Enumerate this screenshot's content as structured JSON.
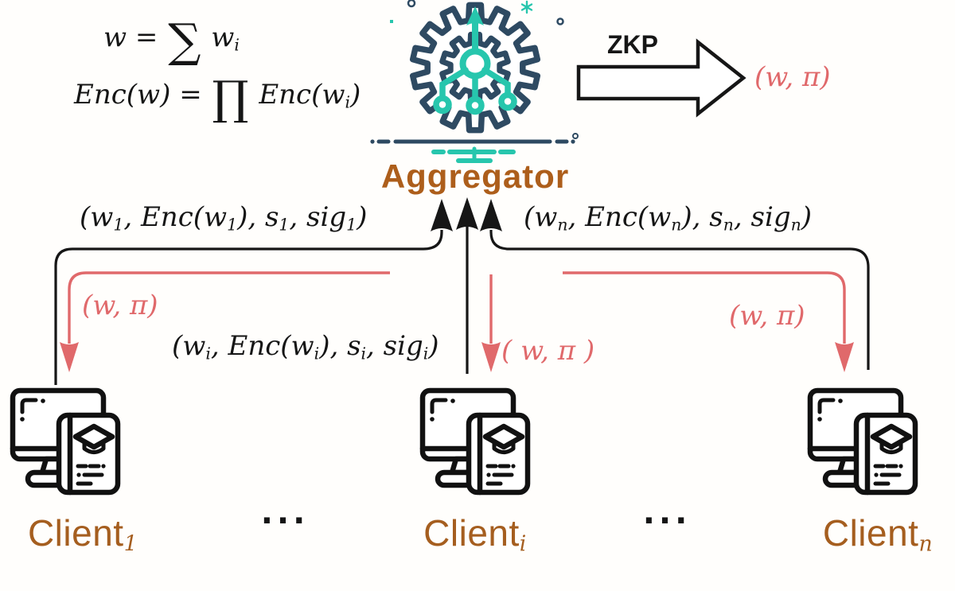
{
  "colors": {
    "gear_navy": "#2e4a62",
    "network_teal": "#27c6ad",
    "title_brown": "#ad5e1b",
    "download_red": "#e0696b",
    "ink_black": "#151515"
  },
  "icons": {
    "aggregator": "gear-with-network-branch-icon",
    "client": "computer-monitor-with-learning-book-icon",
    "zkp_arrow": "block-arrow-right-icon"
  },
  "formulas": {
    "sum": "w = ⟦∑⟧ w⟨i⟩",
    "product": "Enc(w) = ⟦∏⟧ Enc(w⟨i⟩)"
  },
  "zkp": {
    "label": "ZKP",
    "output": "(w, π)"
  },
  "aggregator": {
    "label": "Aggregator"
  },
  "uploads": {
    "client1": "(w⟨1⟩, Enc(w⟨1⟩), s⟨1⟩, sig⟨1⟩)",
    "clienti": "(w⟨i⟩, Enc(w⟨i⟩), s⟨i⟩, sig⟨i⟩)",
    "clientn": "(w⟨n⟩, Enc(w⟨n⟩), s⟨n⟩, sig⟨n⟩)"
  },
  "downloads": {
    "left": "(w, π)",
    "middle": "( w, π )",
    "right": "(w, π)"
  },
  "clients": {
    "c1": "Client⟨1⟩",
    "ci": "Client⟨i⟩",
    "cn": "Client⟨n⟩",
    "ellipsis_left": "···",
    "ellipsis_right": "···"
  }
}
